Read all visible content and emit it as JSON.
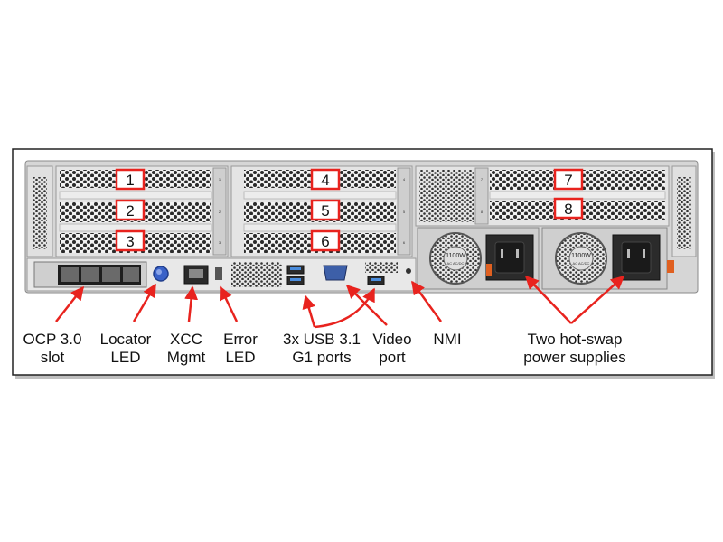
{
  "slots": [
    {
      "label": "1"
    },
    {
      "label": "2"
    },
    {
      "label": "3"
    },
    {
      "label": "4"
    },
    {
      "label": "5"
    },
    {
      "label": "6"
    },
    {
      "label": "7"
    },
    {
      "label": "8"
    }
  ],
  "psu": {
    "rating": "1100W",
    "rating_sub": "AC AC/DC"
  },
  "callouts": {
    "ocp": [
      "OCP 3.0",
      "slot"
    ],
    "locator": [
      "Locator",
      "LED"
    ],
    "xcc": [
      "XCC",
      "Mgmt"
    ],
    "error": [
      "Error",
      "LED"
    ],
    "usb": [
      "3x USB 3.1",
      "G1 ports"
    ],
    "video": [
      "Video",
      "port"
    ],
    "nmi": [
      "NMI"
    ],
    "psus": [
      "Two hot-swap",
      "power supplies"
    ]
  },
  "colors": {
    "callout_red": "#e8231e",
    "chassis": "#d4d4d4",
    "locator_blue": "#3a62c8"
  }
}
